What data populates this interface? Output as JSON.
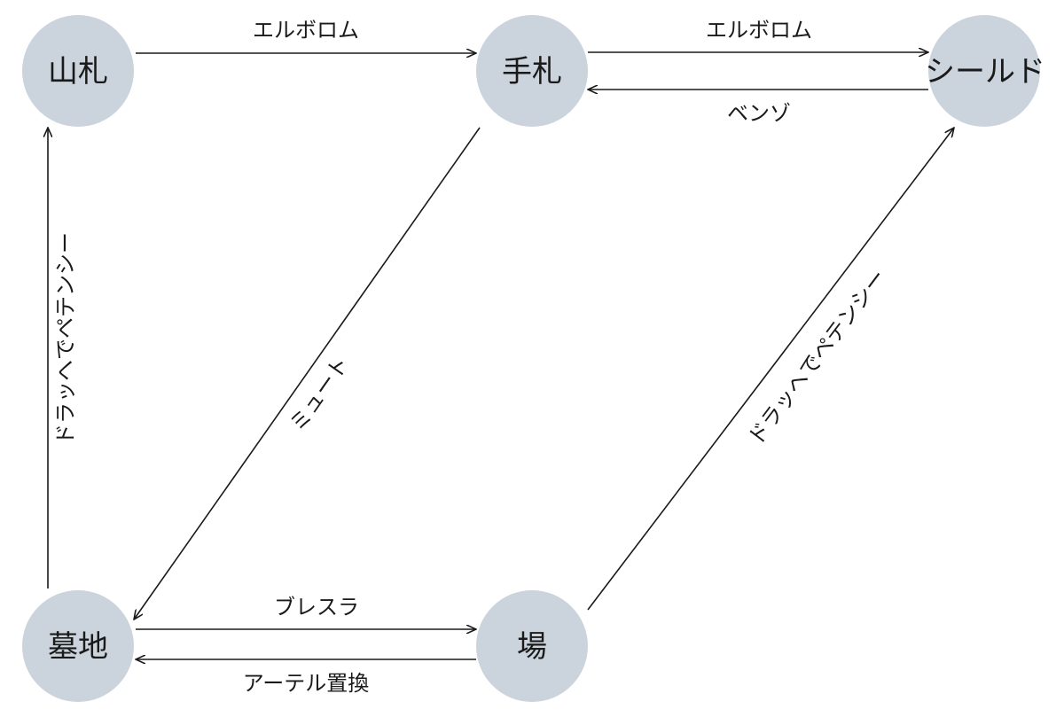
{
  "nodes": {
    "deck": "山札",
    "hand": "手札",
    "shield": "シールド",
    "graveyard": "墓地",
    "field": "場"
  },
  "edges": {
    "deck_to_hand": "エルボロム",
    "hand_to_shield": "エルボロム",
    "shield_to_hand": "ベンゾ",
    "hand_to_graveyard": "ミュート",
    "graveyard_to_deck": "ドラッヘでペテンシー",
    "field_to_shield": "ドラッヘでペテンシー",
    "graveyard_to_field": "ブレスラ",
    "field_to_graveyard": "アーテル置換"
  },
  "colors": {
    "node_fill": "#cbd3dc",
    "line": "#1a1a1a",
    "text": "#1a1a1a"
  }
}
